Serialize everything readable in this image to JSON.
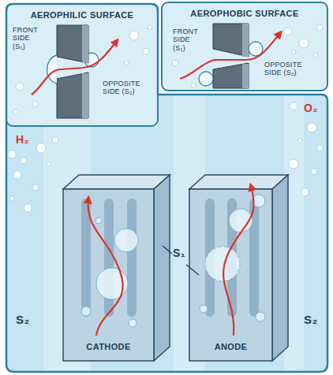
{
  "diagram": {
    "nodes": [
      {
        "text": [
          "AEROPHILIC SURFACE",
          "FRONT SIDE (S₁)",
          "OPPOSITE SIDE (S₂)"
        ]
      },
      {
        "text": [
          "AEROPHOBIC SURFACE",
          "FRONT SIDE (S₁)",
          "OPPOSITE SIDE (S₂)"
        ]
      }
    ],
    "labels": [
      "H₂",
      "O₂",
      "S₁",
      "S₂",
      "S₂",
      "CATHODE",
      "ANODE"
    ]
  }
}
